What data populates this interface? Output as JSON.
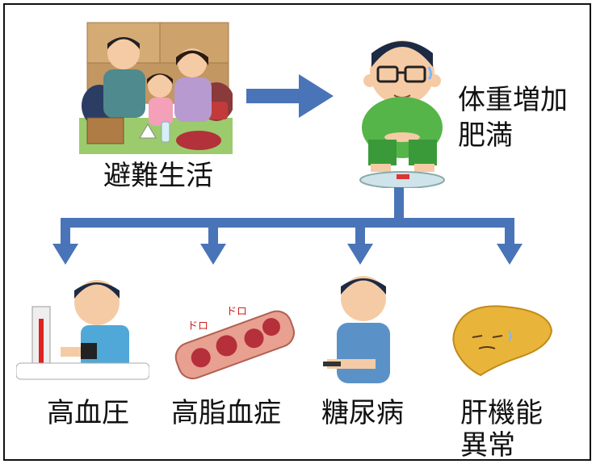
{
  "diagram": {
    "start_label": "避難生活",
    "middle_label_line1": "体重増加",
    "middle_label_line2": "肥満",
    "outcomes": [
      {
        "label": "高血圧"
      },
      {
        "label": "高脂血症"
      },
      {
        "label": "糖尿病"
      },
      {
        "label_line1": "肝機能",
        "label_line2": "異常"
      }
    ],
    "blood_vessel_text_1": "ドロ",
    "blood_vessel_text_2": "ドロ"
  },
  "colors": {
    "arrow": "#4a74b8",
    "frame": "#111111"
  }
}
